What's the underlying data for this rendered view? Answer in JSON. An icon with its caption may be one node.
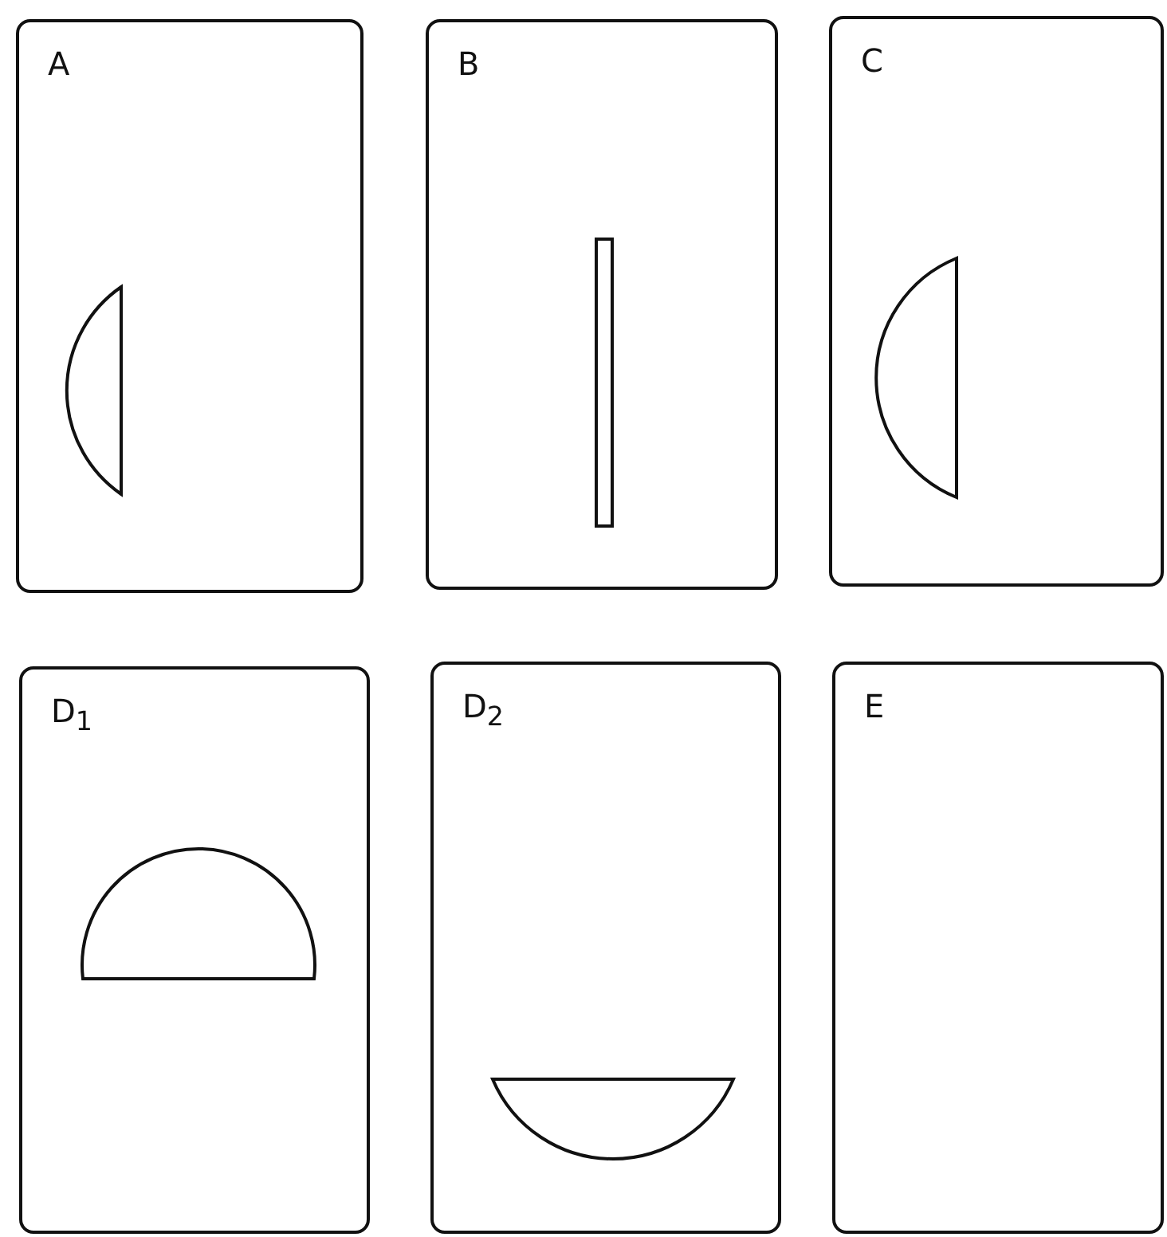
{
  "diagram": {
    "nodes": [
      {
        "text": [
          "A"
        ]
      },
      {
        "text": [
          "B"
        ]
      },
      {
        "text": [
          "C"
        ]
      },
      {
        "text": [
          "D$_{1}$"
        ]
      },
      {
        "text": [
          "D$_{2}$"
        ]
      },
      {
        "text": [
          "E"
        ]
      }
    ]
  }
}
